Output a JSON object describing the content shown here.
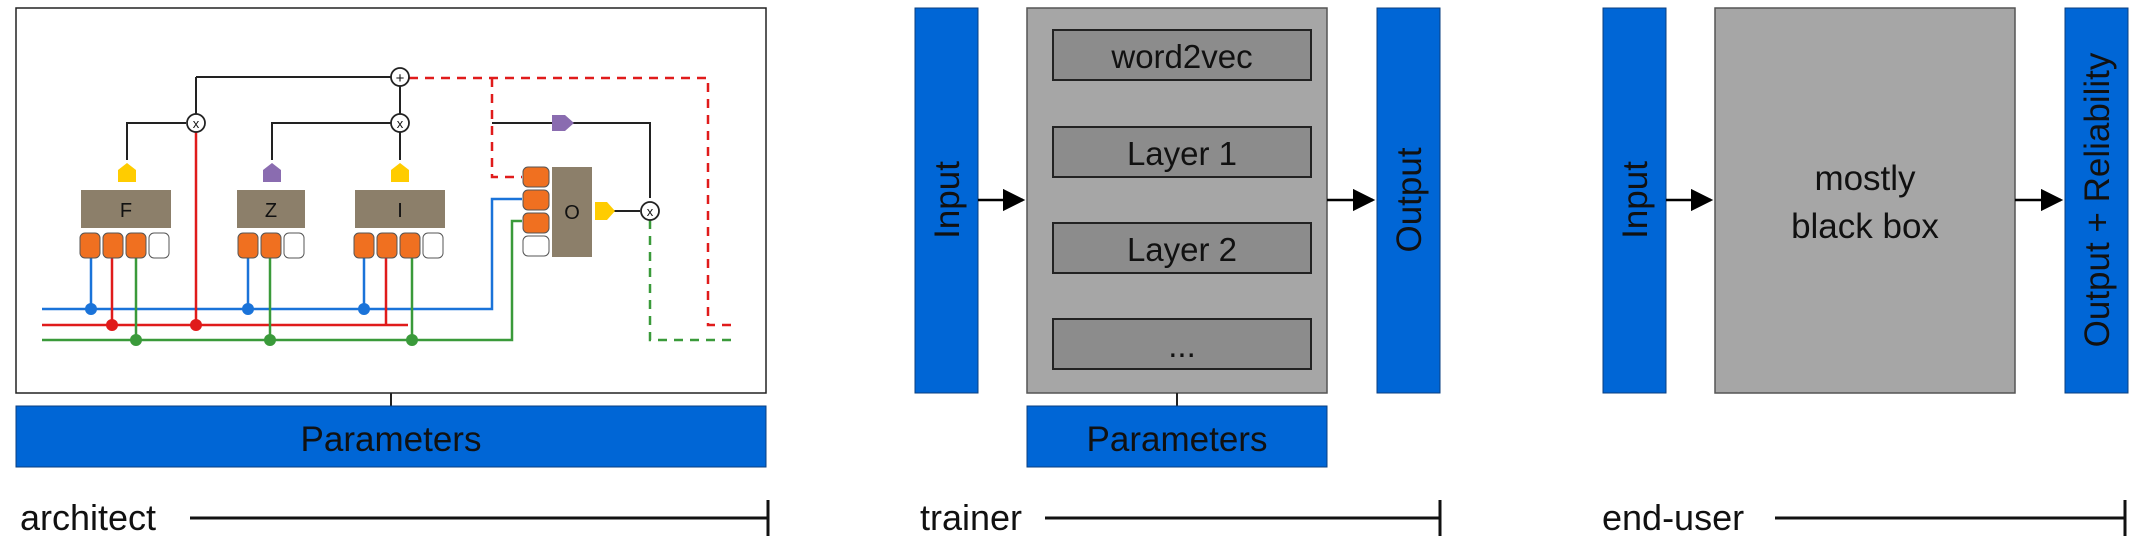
{
  "colors": {
    "blue_box": "#0066d6",
    "gray_box": "#a6a6a6",
    "gray_inner": "#8c8c8c",
    "gate_box": "#8c7f6a",
    "orange": "#f07020",
    "yellow": "#ffcc00",
    "purple": "#8a6cb0",
    "wire_blue": "#1a73d9",
    "wire_red": "#e01b1b",
    "wire_green": "#3a9a3a"
  },
  "architect": {
    "gates": [
      "F",
      "Z",
      "I",
      "O"
    ],
    "op_multiply": "x",
    "op_add": "+",
    "parameters_label": "Parameters",
    "role_label": "architect"
  },
  "trainer": {
    "input_label": "Input",
    "output_label": "Output",
    "layers": [
      "word2vec",
      "Layer 1",
      "Layer 2",
      "..."
    ],
    "parameters_label": "Parameters",
    "role_label": "trainer"
  },
  "enduser": {
    "input_label": "Input",
    "box_line1": "mostly",
    "box_line2": "black box",
    "output_label": "Output + Reliability",
    "role_label": "end-user"
  }
}
